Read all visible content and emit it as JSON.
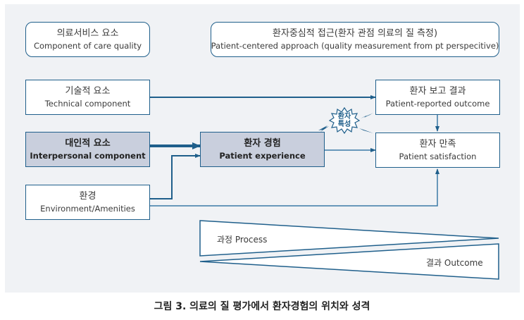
{
  "header_boxes": {
    "components": {
      "ko": "의료서비스 요소",
      "en": "Component of care quality"
    },
    "approach": {
      "ko": "환자중심적 접근(환자 관점 의료의 질 측정)",
      "en": "Patient-centered approach (quality measurement from pt perspecitive)"
    }
  },
  "nodes": {
    "technical": {
      "ko": "기술적 요소",
      "en": "Technical component"
    },
    "interpersonal": {
      "ko": "대인적 요소",
      "en": "Interpersonal component"
    },
    "environment": {
      "ko": "환경",
      "en": "Environment/Amenities"
    },
    "experience": {
      "ko": "환자 경험",
      "en": "Patient experience"
    },
    "reported_outcome": {
      "ko": "환자 보고 결과",
      "en": "Patient-reported outcome"
    },
    "satisfaction": {
      "ko": "환자 만족",
      "en": "Patient satisfaction"
    }
  },
  "burst": {
    "line1": "환자",
    "line2": "특성"
  },
  "wedges": {
    "process": "과정 Process",
    "outcome": "결과 Outcome"
  },
  "caption": "그림 3. 의료의 질 평가에서 환자경험의 위치와 성격",
  "colors": {
    "accent": "#1f5f8b",
    "panel": "#f0f2f5",
    "shaded": "#c9cfdd"
  }
}
